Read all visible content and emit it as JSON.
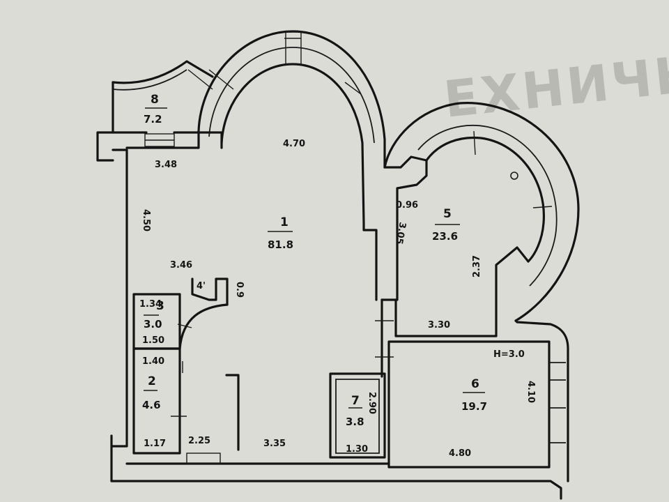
{
  "background_color": "#dcdcd6",
  "ink_color": "#141414",
  "rooms": [
    {
      "number": "1",
      "area": "81.8"
    },
    {
      "number": "2",
      "area": "4.6"
    },
    {
      "number": "3",
      "area": "3.0"
    },
    {
      "number": "5",
      "area": "23.6"
    },
    {
      "number": "6",
      "area": "19.7"
    },
    {
      "number": "7",
      "area": "3.8"
    },
    {
      "number": "8",
      "area": "7.2"
    }
  ],
  "dimensions": {
    "top_arch": "4.70",
    "room8_bottom": "3.48",
    "room1_left": "4.50",
    "room1_inner": "3.46",
    "room3_top": "1.34",
    "room3_bottom": "1.50",
    "room2_top": "1.40",
    "room2_bottom": "1.17",
    "bottom_left": "2.25",
    "bottom_mid": "3.35",
    "room7_bottom": "1.30",
    "room7_side": "2.90",
    "room5_gap": "0.96",
    "room5_left": "3.05",
    "room5_right": "2.37",
    "room5_bottom": "3.30",
    "room6_height": "H=3.0",
    "room6_right": "4.10",
    "room6_bottom": "4.80",
    "niche_width": "0.9",
    "niche_top": "4'"
  },
  "background_print": "ЕХНИЧН ИТОР",
  "circle_mark": "O"
}
